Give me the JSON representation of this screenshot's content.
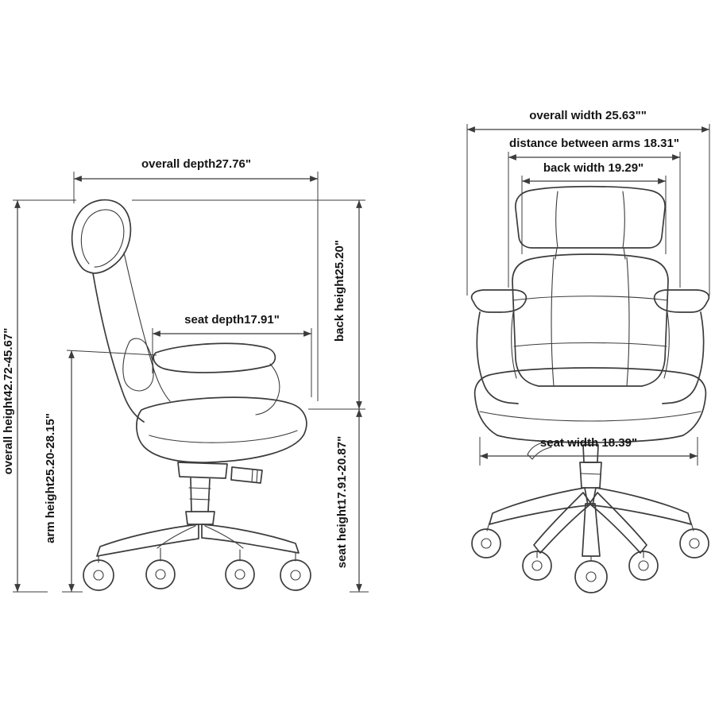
{
  "diagram": {
    "type": "chair-dimension-technical-drawing",
    "side_view": {
      "overall_depth_label": "overall depth27.76\"",
      "overall_height_label": "overall height42.72-45.67\"",
      "arm_height_label": "arm height25.20-28.15\"",
      "seat_depth_label": "seat depth17.91\"",
      "back_height_label": "back height25.20\"",
      "seat_height_label": "seat height17.91-20.87\""
    },
    "front_view": {
      "overall_width_label": "overall width 25.63\"\"",
      "distance_between_arms_label": "distance between arms 18.31\"",
      "back_width_label": "back width 19.29\"",
      "seat_width_label": "seat width 18.39\""
    },
    "colors": {
      "line": "#3c3c3c",
      "text": "#151515",
      "background": "#ffffff"
    }
  }
}
